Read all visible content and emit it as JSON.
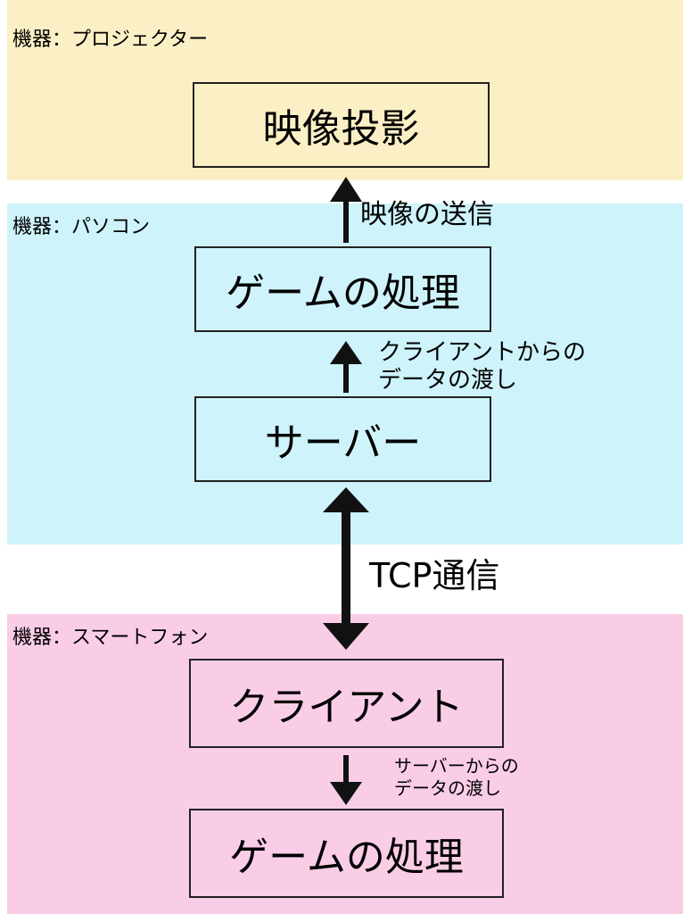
{
  "colors": {
    "projector_zone": "#FBF0C5",
    "pc_zone": "#CEF3FB",
    "phone_zone": "#FACDE6",
    "node_border": "#222222",
    "arrow": "#111111"
  },
  "zones": {
    "projector": {
      "label": "機器：プロジェクター"
    },
    "pc": {
      "label": "機器：パソコン"
    },
    "phone": {
      "label": "機器：スマートフォン"
    }
  },
  "nodes": {
    "video_projection": "映像投影",
    "game_processing_pc": "ゲームの処理",
    "server": "サーバー",
    "client": "クライアント",
    "game_processing_phone": "ゲームの処理"
  },
  "edges": {
    "video_send": "映像の送信",
    "client_data_handoff": [
      "クライアントからの",
      "データの渡し"
    ],
    "tcp": "TCP通信",
    "server_data_handoff": [
      "サーバーからの",
      "データの渡し"
    ]
  }
}
